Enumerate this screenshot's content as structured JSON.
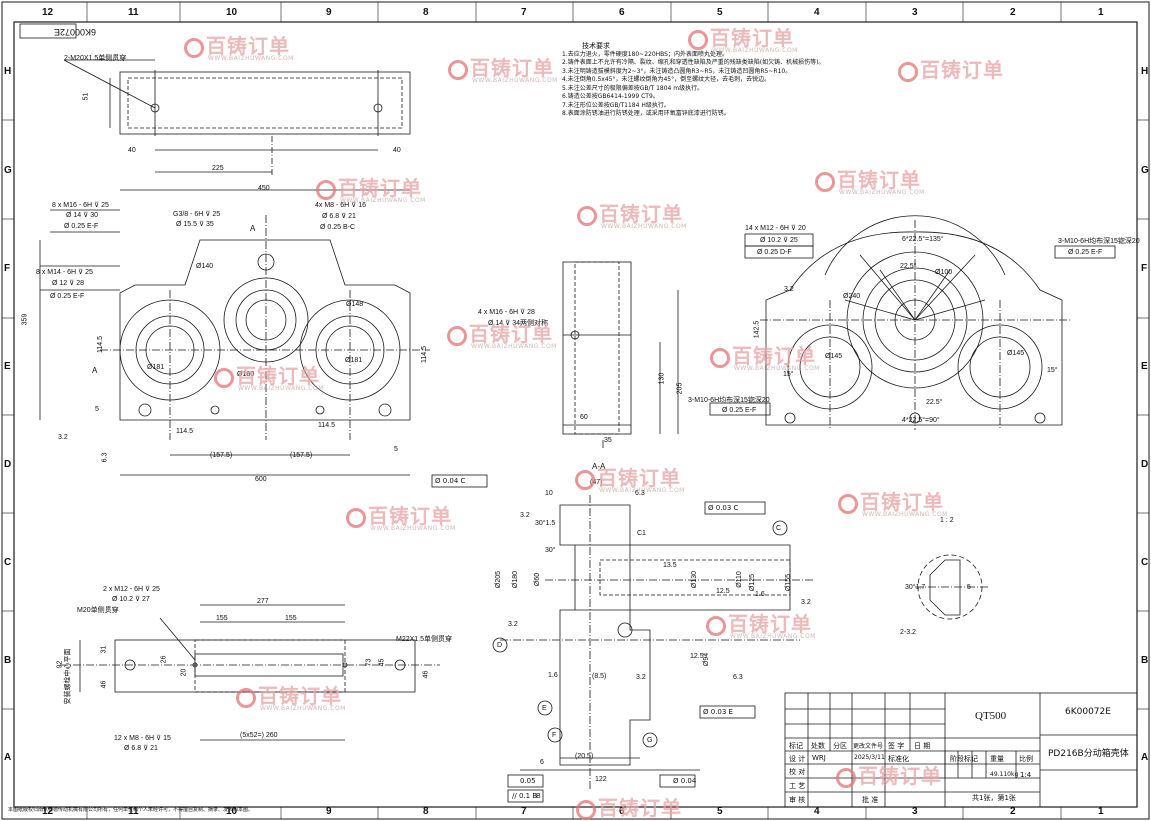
{
  "drawing": {
    "doc_number_rotated": "6K00072E",
    "col_labels_top": [
      "12",
      "11",
      "10",
      "9",
      "8",
      "7",
      "6",
      "5",
      "4",
      "3",
      "2",
      "1"
    ],
    "col_labels_bottom": [
      "12",
      "11",
      "10",
      "9",
      "8",
      "7",
      "6",
      "5",
      "4",
      "3",
      "2",
      "1"
    ],
    "row_labels": [
      "H",
      "G",
      "F",
      "E",
      "D",
      "C",
      "B",
      "A"
    ]
  },
  "tech_requirements": {
    "title": "技术要求",
    "items": [
      "1.去应力退火，零件硬度180~220HBS；内外表面喷丸处理。",
      "2.铸件表面上不允许有冷隔、裂纹、缩孔和穿透性缺陷及严重的残缺类缺陷(如欠铸、机械损伤等)。",
      "3.未注明铸造拔模斜度为2~3°，未注铸造凸圆角R3~R5，未注铸造凹圆角R5~R10。",
      "4.未注倒角0.5x45°，未注螺纹倒角为45°，倒至螺纹大径，去毛刺，去锐边。",
      "5.未注公差尺寸的极限偏差按GB/T 1804 m级执行。",
      "6.铸造公差按GB6414-1999 CT9。",
      "7.未注形位公差按GB/T1184 H级执行。",
      "8.表面涂防锈油进行防锈处理，或采用环氧富锌底漆进行防锈。"
    ]
  },
  "top_view": {
    "thread_note": "2-M20X1.5单侧贯穿",
    "dims": [
      "51",
      "40",
      "40",
      "225",
      "450"
    ]
  },
  "front_view": {
    "callouts": [
      "8 x  M16 - 6H ⊽ 25",
      "Ø 14 ⊽ 30",
      "Ø 0.25  E-F",
      "8 x  M14 - 6H ⊽ 25",
      "Ø 12 ⊽ 28",
      "Ø 0.25  E-F",
      "G3/8 - 6H ⊽ 25",
      "Ø 15.5 ⊽ 35",
      "4x  M8 - 6H ⊽ 16",
      "Ø 6.8 ⊽ 21",
      "Ø 0.25  B-C"
    ],
    "dims": [
      "359",
      "114.5",
      "114.5",
      "5",
      "600",
      "(157.5)",
      "(157.5)",
      "114.5",
      "114.5",
      "5"
    ],
    "circles": [
      "Ø140",
      "Ø181",
      "Ø181",
      "Ø180",
      "Ø148"
    ],
    "labels": [
      "A",
      "A"
    ],
    "roughness": [
      "3.2",
      "6.3"
    ]
  },
  "side_view": {
    "callouts": [
      "4 x  M16 - 6H ⊽ 28",
      "Ø 14 ⊽ 34两侧对称"
    ],
    "dims": [
      "130",
      "205",
      "60",
      "35"
    ]
  },
  "right_view": {
    "callouts": [
      "14 x  M12 - 6H ⊽ 20",
      "Ø 10.2 ⊽ 25",
      "Ø 0.25  D-F",
      "3-M10-6H均布深15锪深20",
      "Ø 0.25  E-F",
      "3-M10-6H均布深15锪深20",
      "Ø 0.25  E-F"
    ],
    "angles": [
      "6*22.5°=135°",
      "22.5°",
      "22.5°",
      "15°",
      "15°",
      "4*22.5°=90°"
    ],
    "circles": [
      "Ø100",
      "Ø240",
      "Ø145",
      "Ø145"
    ],
    "dims": [
      "3.2",
      "142.5"
    ]
  },
  "bottom_view": {
    "callouts": [
      "2 x  M12 - 6H ⊽ 25",
      "Ø 10.2 ⊽ 27",
      "M20单侧贯穿",
      "M22X1.5单侧贯穿",
      "12 x  M8 - 6H ⊽ 15",
      "Ø 6.8 ⊽ 21"
    ],
    "dims": [
      "277",
      "155",
      "155",
      "(5x52=) 260",
      "92",
      "31",
      "46",
      "20",
      "26",
      "73",
      "45",
      "46"
    ],
    "side_text": "安装螺栓中心平面"
  },
  "section_view": {
    "title": "A-A",
    "callouts": [
      "Ø 0.04  C",
      "Ø 0.03  C",
      "Ø 0.03  E",
      "0.05",
      "// 0.1  B",
      "Ø 0.04"
    ],
    "dims": [
      "(47)",
      "10",
      "6.3",
      "3.2",
      "30°1.5",
      "30°",
      "C1",
      "13.5",
      "12.5",
      "1.6",
      "3.2",
      "12.5",
      "3.2",
      "6.3",
      "122",
      "(20.5)",
      "6",
      "(8.5)",
      "1.6",
      "3.2"
    ],
    "diameters": [
      "Ø205",
      "Ø180",
      "Ø60",
      "Ø130",
      "Ø110",
      "Ø125",
      "Ø155",
      "Ø94"
    ],
    "datums": [
      "C",
      "D",
      "E",
      "F",
      "G",
      "B"
    ]
  },
  "detail_view": {
    "scale": "1 : 2",
    "dims": [
      "30°1.7",
      "2-3.2",
      "5"
    ]
  },
  "title_block": {
    "material": "QT500",
    "code": "6K00072E",
    "name": "PD216B分动箱壳体",
    "row_labels": [
      "标记",
      "处数",
      "分区",
      "更改文件号",
      "签 字",
      "日 期"
    ],
    "designer_label": "设 计",
    "designer": "WRJ",
    "date": "2025/3/11",
    "std_label": "标准化",
    "check_label": "校 对",
    "process_label": "工 艺",
    "review_label": "审 核",
    "approve_label": "批 准",
    "stage_label": "阶段标记",
    "weight_label": "重量",
    "ratio_label": "比例",
    "weight": "49.110kg",
    "ratio": "1:4",
    "sheets": "共1张，第1张"
  },
  "footer_note": "本图纸版权归南京德德传动机械有限公司所有，任何单位和个人未经许可，不得擅自复制、摘录、发表和本图。",
  "watermarks": {
    "brand": "百铸订单",
    "url": "WWW.BAIZHUWANG.COM"
  },
  "colors": {
    "line": "#1a1a1a",
    "watermark": "#e57373"
  }
}
